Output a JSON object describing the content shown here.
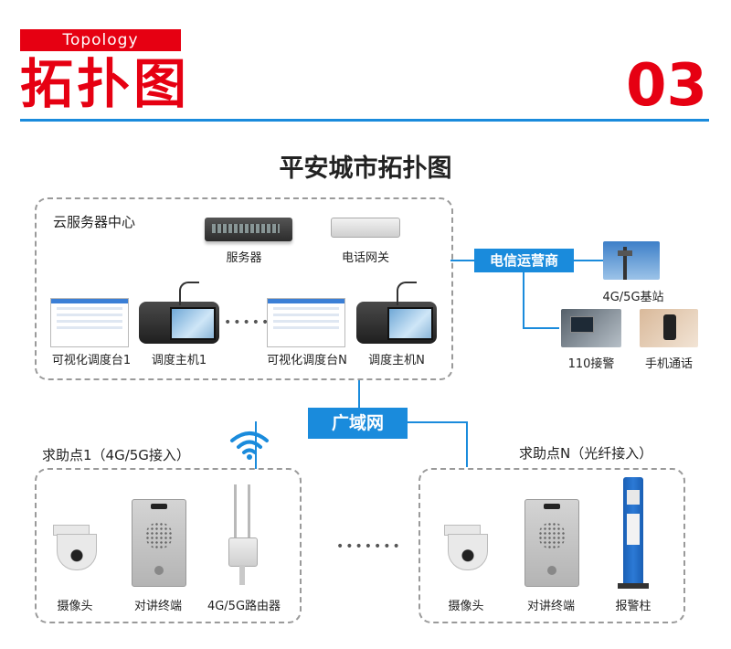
{
  "header": {
    "tag": "Topology",
    "title": "拓扑图",
    "number": "03"
  },
  "diagram_title": "平安城市拓扑图",
  "cloud": {
    "title": "云服务器中心",
    "server": "服务器",
    "gateway": "电话网关",
    "console1": "可视化调度台1",
    "host1": "调度主机1",
    "consoleN": "可视化调度台N",
    "hostN": "调度主机N"
  },
  "telecom": {
    "label": "电信运营商",
    "base_station": "4G/5G基站",
    "police": "110接警",
    "mobile": "手机通话"
  },
  "wan": "广域网",
  "point1": {
    "title": "求助点1（4G/5G接入）",
    "camera": "摄像头",
    "intercom": "对讲终端",
    "router": "4G/5G路由器"
  },
  "pointN": {
    "title": "求助点N（光纤接入）",
    "camera": "摄像头",
    "intercom": "对讲终端",
    "pillar": "报警柱"
  },
  "colors": {
    "accent_red": "#e60012",
    "accent_blue": "#1a8bdc",
    "border_gray": "#9a9a9a"
  }
}
